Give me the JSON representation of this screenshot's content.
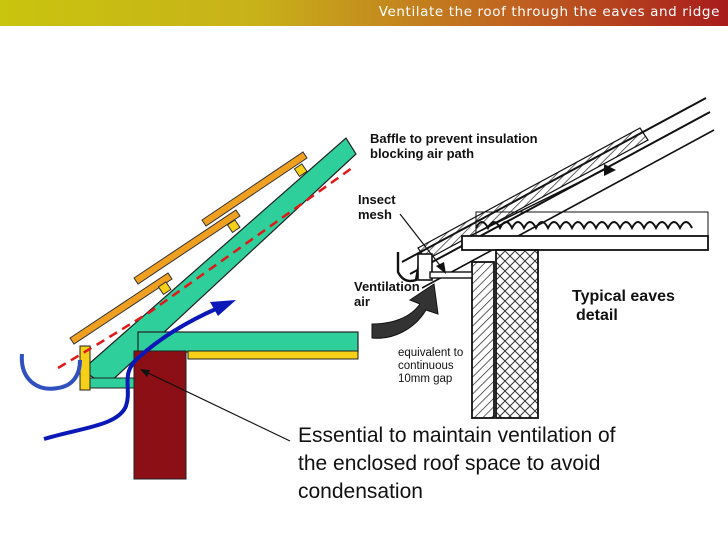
{
  "header": {
    "title": "Ventilate the roof through the eaves and ridge"
  },
  "detail": {
    "baffle_label_line1": "Baffle to prevent insulation",
    "baffle_label_line2": "blocking air path",
    "insect_label_line1": "Insect",
    "insect_label_line2": "mesh",
    "ventilation_label_line1": "Ventilation",
    "ventilation_label_line2": "air",
    "typical_label_line1": "Typical eaves",
    "typical_label_line2": "detail",
    "gap_label_line1": "equivalent to",
    "gap_label_line2": "continuous",
    "gap_label_line3": "10mm gap"
  },
  "caption": {
    "line1": "Essential to maintain ventilation of",
    "line2": "the enclosed roof space to avoid",
    "line3": "condensation"
  },
  "colors": {
    "rafter": "#2ecf9a",
    "tile": "#f0a020",
    "ceiling": "#f6cf18",
    "wall": "#8b0f14",
    "airflow": "#0a18b8",
    "membrane": "#e01818"
  }
}
